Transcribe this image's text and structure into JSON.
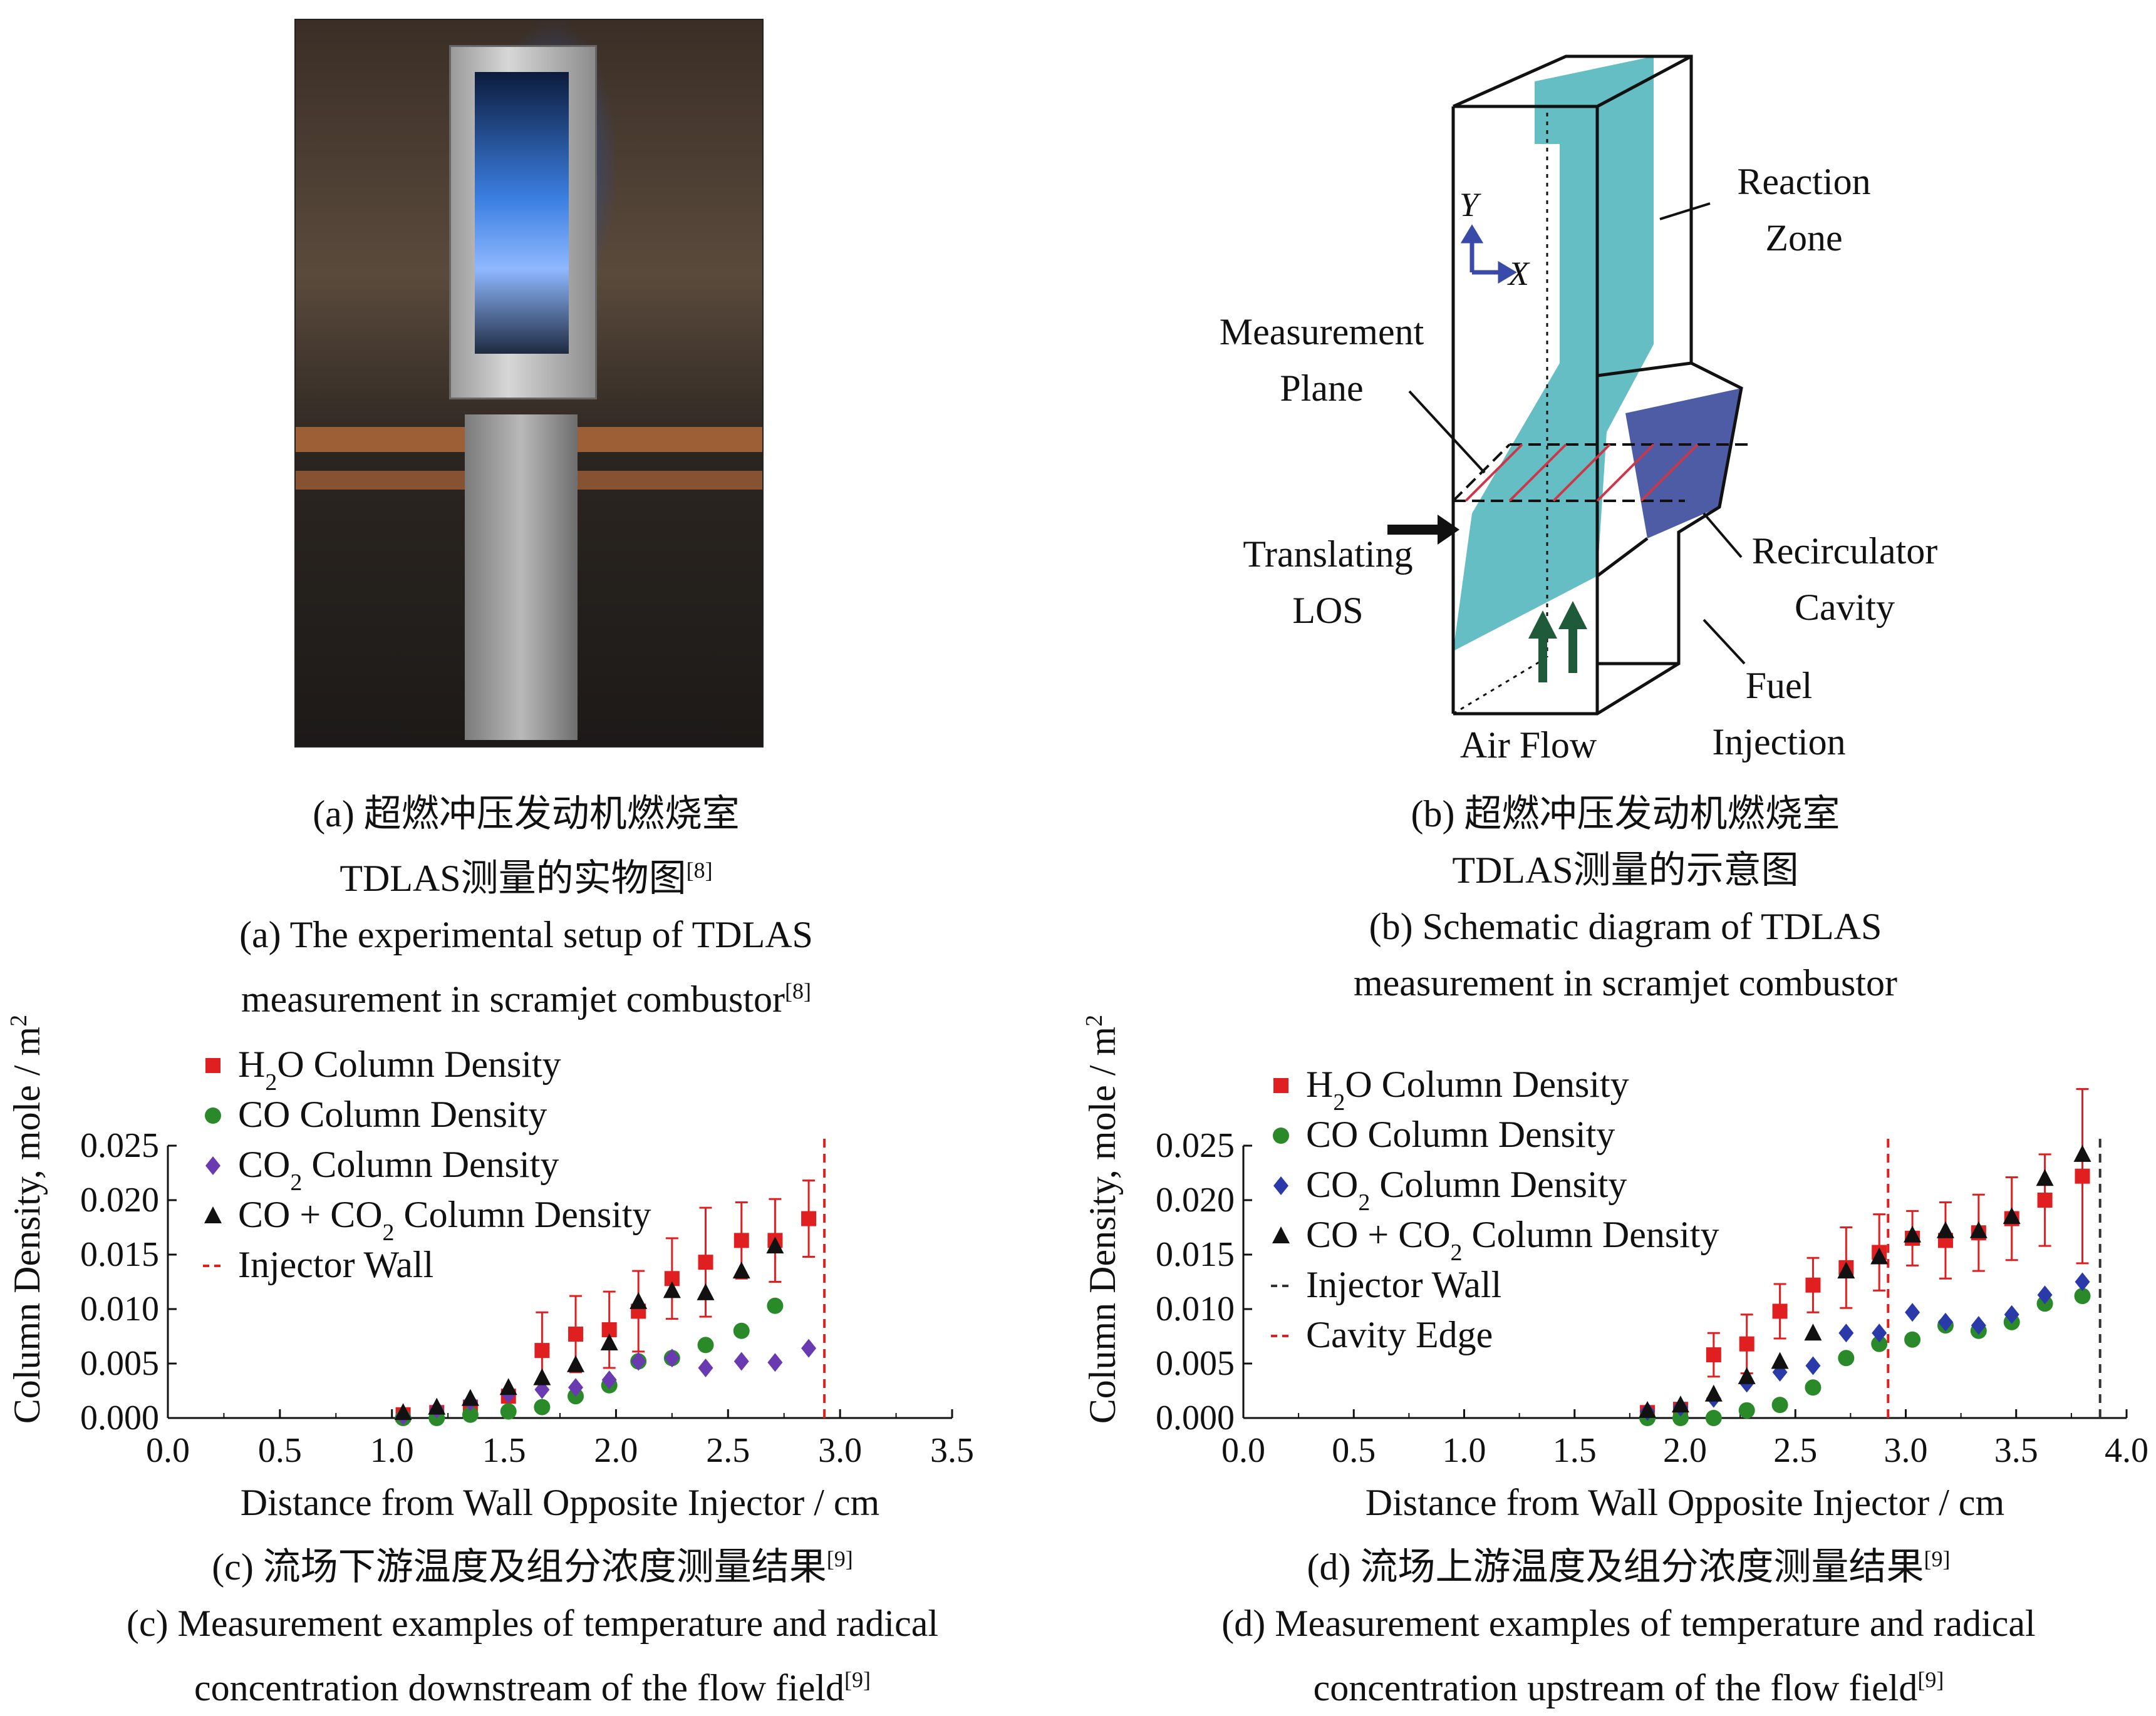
{
  "panel_a": {
    "caption_zh_line1": "(a) 超燃冲压发动机燃烧室",
    "caption_zh_line2": "TDLAS测量的实物图",
    "caption_zh_ref": "[8]",
    "caption_en_line1": "(a) The experimental setup of TDLAS",
    "caption_en_line2": "measurement in scramjet combustor",
    "caption_en_ref": "[8]"
  },
  "panel_b": {
    "labels": {
      "reaction_zone_1": "Reaction",
      "reaction_zone_2": "Zone",
      "measurement_plane_1": "Measurement",
      "measurement_plane_2": "Plane",
      "translating_los_1": "Translating",
      "translating_los_2": "LOS",
      "recirculation_1": "Recirculator",
      "recirculation_2": "Cavity",
      "fuel_injection_1": "Fuel",
      "fuel_injection_2": "Injection",
      "air_flow": "Air Flow",
      "axis_y": "Y",
      "axis_x": "X"
    },
    "colors": {
      "reaction": "#4ab3b8",
      "cavity": "#3a4a9a",
      "plane": "#c83a4a",
      "arrow": "#1f5a3a",
      "axes": "#3a4aa8"
    },
    "caption_zh_line1": "(b) 超燃冲压发动机燃烧室",
    "caption_zh_line2": "TDLAS测量的示意图",
    "caption_en_line1": "(b) Schematic diagram of TDLAS",
    "caption_en_line2": "measurement in scramjet combustor"
  },
  "panel_c": {
    "caption_zh": "(c) 流场下游温度及组分浓度测量结果",
    "caption_zh_ref": "[9]",
    "caption_en_line1": "(c) Measurement examples of temperature and radical",
    "caption_en_line2": "concentration downstream of the flow field",
    "caption_en_ref": "[9]"
  },
  "panel_d": {
    "caption_zh": "(d) 流场上游温度及组分浓度测量结果",
    "caption_zh_ref": "[9]",
    "caption_en_line1": "(d) Measurement examples of temperature and radical",
    "caption_en_line2": "concentration upstream of the flow field",
    "caption_en_ref": "[9]"
  },
  "chart_data": [
    {
      "id": "c",
      "type": "scatter",
      "xlabel": "Distance from Wall Opposite Injector / cm",
      "ylabel": "Column Density, mole / m",
      "ylabel_sup": "2",
      "xlim": [
        0,
        3.5
      ],
      "ylim": [
        0,
        0.025
      ],
      "xticks": [
        "0.0",
        "0.5",
        "1.0",
        "1.5",
        "2.0",
        "2.5",
        "3.0",
        "3.5"
      ],
      "yticks": [
        "0.000",
        "0.005",
        "0.010",
        "0.015",
        "0.020",
        "0.025"
      ],
      "legend": [
        {
          "key": "h2o",
          "pre": "H",
          "sub": "2",
          "post": "O Column Density"
        },
        {
          "key": "co",
          "pre": "CO Column Density",
          "sub": "",
          "post": ""
        },
        {
          "key": "co2",
          "pre": "CO",
          "sub": "2",
          "post": " Column Density"
        },
        {
          "key": "coco2",
          "pre": "CO + CO",
          "sub": "2",
          "post": " Column Density"
        },
        {
          "key": "injwall",
          "pre": "Injector Wall",
          "sub": "",
          "post": ""
        }
      ],
      "series": [
        {
          "key": "h2o",
          "marker": "square",
          "color": "#e02020",
          "x": [
            1.05,
            1.2,
            1.35,
            1.52,
            1.67,
            1.82,
            1.97,
            2.1,
            2.25,
            2.4,
            2.56,
            2.71,
            2.86
          ],
          "y": [
            0.0003,
            0.0005,
            0.001,
            0.002,
            0.0062,
            0.0077,
            0.0081,
            0.0098,
            0.0128,
            0.0143,
            0.0163,
            0.0163,
            0.0183
          ],
          "err": [
            0,
            0,
            0,
            0,
            0.0035,
            0.0035,
            0.0035,
            0.0037,
            0.0037,
            0.005,
            0.0035,
            0.0038,
            0.0035
          ]
        },
        {
          "key": "co",
          "marker": "circle",
          "color": "#2a8a2a",
          "x": [
            1.05,
            1.2,
            1.35,
            1.52,
            1.67,
            1.82,
            1.97,
            2.1,
            2.25,
            2.4,
            2.56,
            2.71
          ],
          "y": [
            0.0,
            0.0,
            0.0003,
            0.0006,
            0.001,
            0.002,
            0.003,
            0.0052,
            0.0055,
            0.0067,
            0.008,
            0.0103
          ]
        },
        {
          "key": "co2",
          "marker": "diamond",
          "color": "#6a3ab0",
          "x": [
            1.05,
            1.2,
            1.35,
            1.52,
            1.67,
            1.82,
            1.97,
            2.1,
            2.25,
            2.4,
            2.56,
            2.71,
            2.86
          ],
          "y": [
            0.0002,
            0.0008,
            0.0015,
            0.0022,
            0.0026,
            0.0028,
            0.0035,
            0.0052,
            0.0055,
            0.0046,
            0.0052,
            0.0051,
            0.0064
          ]
        },
        {
          "key": "coco2",
          "marker": "triangle",
          "color": "#111111",
          "x": [
            1.05,
            1.2,
            1.35,
            1.52,
            1.67,
            1.82,
            1.97,
            2.1,
            2.25,
            2.4,
            2.56,
            2.71
          ],
          "y": [
            0.0005,
            0.001,
            0.0018,
            0.0028,
            0.0037,
            0.0049,
            0.0069,
            0.0107,
            0.0117,
            0.0115,
            0.0135,
            0.0158
          ]
        }
      ],
      "vlines": [
        {
          "key": "injwall",
          "x": 2.93,
          "color": "#e02020"
        }
      ]
    },
    {
      "id": "d",
      "type": "scatter",
      "xlabel": "Distance from Wall Opposite Injector / cm",
      "ylabel": "Column Density, mole / m",
      "ylabel_sup": "2",
      "xlim": [
        0,
        4.0
      ],
      "ylim": [
        0,
        0.025
      ],
      "xticks": [
        "0.0",
        "0.5",
        "1.0",
        "1.5",
        "2.0",
        "2.5",
        "3.0",
        "3.5",
        "4.0"
      ],
      "yticks": [
        "0.000",
        "0.005",
        "0.010",
        "0.015",
        "0.020",
        "0.025"
      ],
      "legend": [
        {
          "key": "h2o",
          "pre": "H",
          "sub": "2",
          "post": "O Column Density"
        },
        {
          "key": "co",
          "pre": "CO Column Density",
          "sub": "",
          "post": ""
        },
        {
          "key": "co2",
          "pre": "CO",
          "sub": "2",
          "post": " Column Density"
        },
        {
          "key": "coco2",
          "pre": "CO + CO",
          "sub": "2",
          "post": " Column Density"
        },
        {
          "key": "injwall",
          "pre": "Injector Wall",
          "sub": "",
          "post": ""
        },
        {
          "key": "cavedge",
          "pre": "Cavity Edge",
          "sub": "",
          "post": ""
        }
      ],
      "series": [
        {
          "key": "h2o",
          "marker": "square",
          "color": "#e02020",
          "x": [
            1.83,
            1.98,
            2.13,
            2.28,
            2.43,
            2.58,
            2.73,
            2.88,
            3.03,
            3.18,
            3.33,
            3.48,
            3.63,
            3.8
          ],
          "y": [
            0.0005,
            0.0008,
            0.0058,
            0.0068,
            0.0098,
            0.0122,
            0.0138,
            0.0152,
            0.0165,
            0.0163,
            0.017,
            0.0183,
            0.02,
            0.0222
          ],
          "err": [
            0,
            0,
            0.002,
            0.0027,
            0.0025,
            0.0025,
            0.0037,
            0.0035,
            0.0025,
            0.0035,
            0.0035,
            0.0038,
            0.0042,
            0.008
          ]
        },
        {
          "key": "co",
          "marker": "circle",
          "color": "#2a8a2a",
          "x": [
            1.83,
            1.98,
            2.13,
            2.28,
            2.43,
            2.58,
            2.73,
            2.88,
            3.03,
            3.18,
            3.33,
            3.48,
            3.63,
            3.8
          ],
          "y": [
            0.0,
            0.0,
            0.0,
            0.0007,
            0.0012,
            0.0028,
            0.0055,
            0.0068,
            0.0072,
            0.0085,
            0.008,
            0.0088,
            0.0105,
            0.0112
          ]
        },
        {
          "key": "co2",
          "marker": "diamond",
          "color": "#2a3aa8",
          "x": [
            1.83,
            1.98,
            2.13,
            2.28,
            2.43,
            2.58,
            2.73,
            2.88,
            3.03,
            3.18,
            3.33,
            3.48,
            3.63,
            3.8
          ],
          "y": [
            0.0006,
            0.001,
            0.0018,
            0.0032,
            0.0042,
            0.0048,
            0.0078,
            0.0078,
            0.0097,
            0.0088,
            0.0085,
            0.0095,
            0.0113,
            0.0125
          ]
        },
        {
          "key": "coco2",
          "marker": "triangle",
          "color": "#111111",
          "x": [
            1.83,
            1.98,
            2.13,
            2.28,
            2.43,
            2.58,
            2.73,
            2.88,
            3.03,
            3.18,
            3.33,
            3.48,
            3.63,
            3.8
          ],
          "y": [
            0.0007,
            0.0012,
            0.0022,
            0.0038,
            0.0052,
            0.0078,
            0.0135,
            0.0148,
            0.0168,
            0.0172,
            0.0172,
            0.0185,
            0.022,
            0.0242
          ]
        }
      ],
      "vlines": [
        {
          "key": "cavedge",
          "x": 2.92,
          "color": "#e02020"
        },
        {
          "key": "injwall",
          "x": 3.88,
          "color": "#333333"
        }
      ]
    }
  ]
}
